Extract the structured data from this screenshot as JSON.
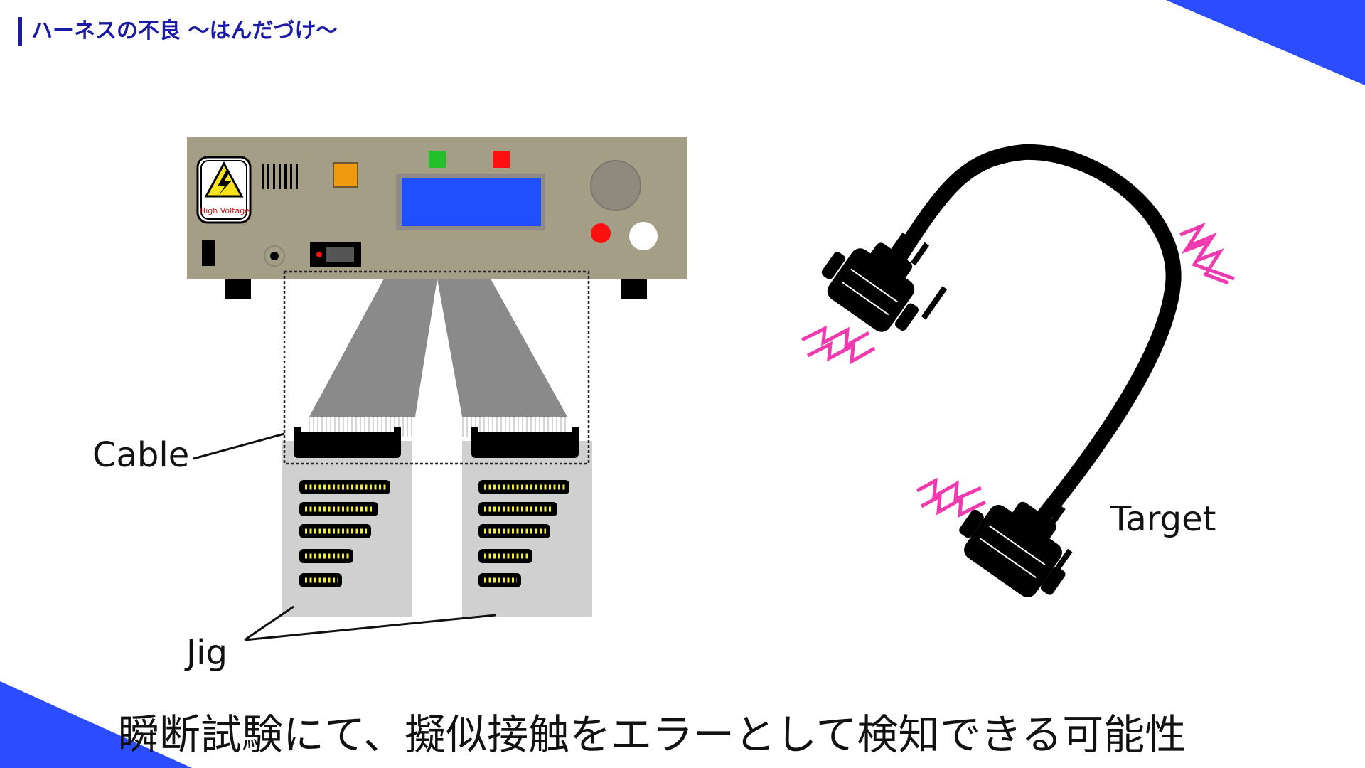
{
  "title": "ハーネスの不良 〜はんだづけ〜",
  "tester": {
    "warning_label": "High Voltage",
    "colors": {
      "body": "#a59e87",
      "display": "#1f4fff",
      "led_green": "#22c02a",
      "led_red": "#ff1010",
      "orange_button": "#f09a10",
      "knob": "#8f8a7e"
    }
  },
  "labels": {
    "cable": "Cable",
    "jig": "Jig",
    "target": "Target"
  },
  "caption": "瞬断試験にて、擬似接触をエラーとして検知できる可能性",
  "colors": {
    "accent_blue": "#2b4dff",
    "title_blue": "#1a1aa6",
    "ribbon_gray": "#8a8a8a",
    "jig_gray": "#d0d0d0",
    "connector_pin_yellow": "#f2ef3c",
    "vibration_pink": "#f03ab0"
  },
  "icons": [
    "high-voltage-icon",
    "lightning-icon",
    "vibration-icon",
    "connector-icon"
  ]
}
